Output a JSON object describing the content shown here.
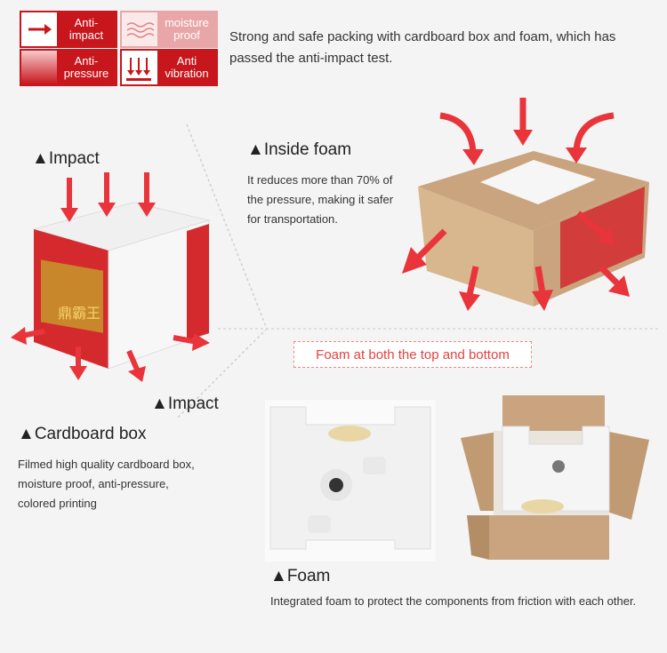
{
  "badges": {
    "anti_impact": "Anti- impact",
    "moisture_proof": "moisture proof",
    "anti_pressure": "Anti- pressure",
    "anti_vibration": "Anti vibration"
  },
  "headline": "Strong and safe packing with cardboard box and foam, which has passed the anti-impact test.",
  "impact_top": "Impact",
  "impact_bottom": "Impact",
  "inside_foam": {
    "title": "Inside foam",
    "desc": "It reduces more than 70% of the pressure, making it safer for transportation."
  },
  "foam_both": "Foam at both the top and bottom",
  "cardboard": {
    "title": "Cardboard box",
    "desc": "Filmed high quality cardboard box, moisture proof, anti-pressure, colored printing"
  },
  "foam": {
    "title": "Foam",
    "desc": "Integrated foam to protect the components from friction with each other."
  },
  "box_print": "鼎霸王",
  "colors": {
    "brand_red": "#c8161d",
    "arrow_red": "#e8343a",
    "cardboard": "#c9a47e"
  }
}
